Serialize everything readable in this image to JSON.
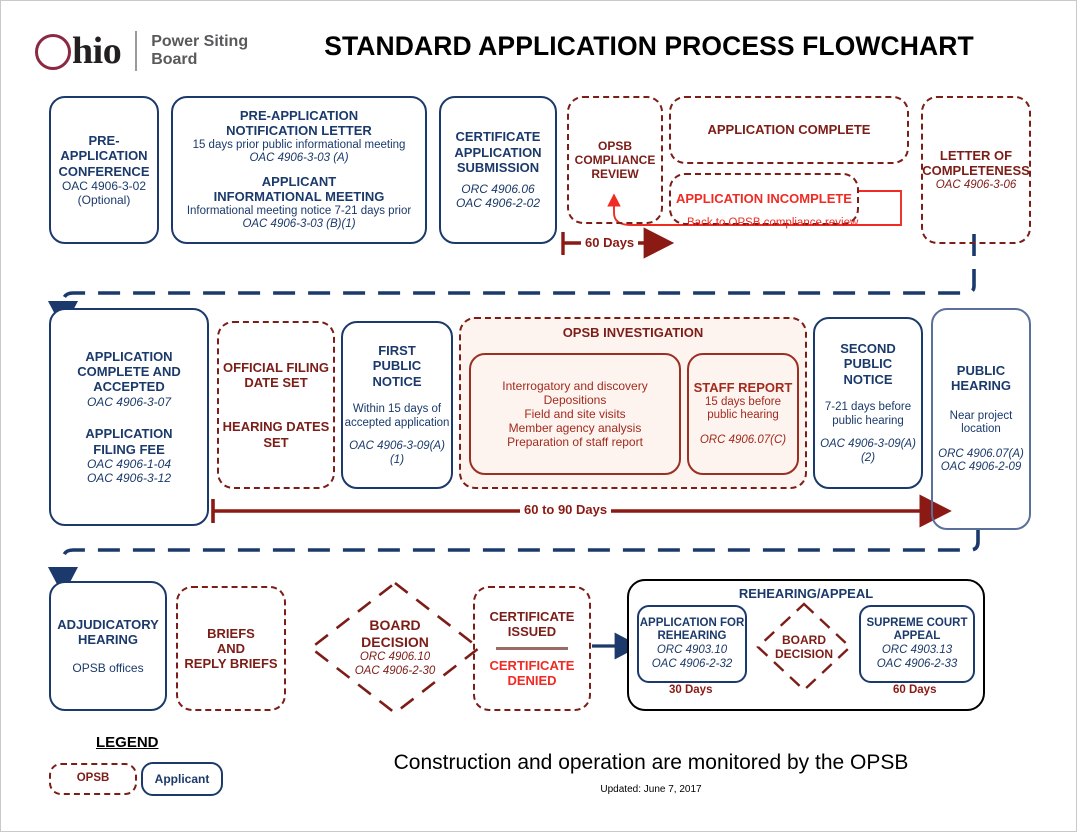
{
  "header": {
    "logo_word": "hio",
    "logo_subtitle_line1": "Power Siting",
    "logo_subtitle_line2": "Board",
    "title": "STANDARD APPLICATION PROCESS FLOWCHART"
  },
  "colors": {
    "applicant_navy": "#1b3a6b",
    "opsb_maroon": "#7c1d17",
    "alert_red": "#ef2b23",
    "timeline_red": "#8b1a14",
    "investigation_fill": "#fdf4ef"
  },
  "row1": {
    "pre_application_conference": {
      "title_l1": "PRE-",
      "title_l2": "APPLICATION",
      "title_l3": "CONFERENCE",
      "cite": "OAC 4906-3-02",
      "note": "(Optional)"
    },
    "pre_application_notification": {
      "title_l1": "PRE-APPLICATION",
      "title_l2": "NOTIFICATION LETTER",
      "sub1": "15 days prior public informational meeting",
      "cite1": "OAC 4906-3-03 (A)",
      "title2_l1": "APPLICANT",
      "title2_l2": "INFORMATIONAL MEETING",
      "sub2": "Informational meeting notice 7-21 days prior",
      "cite2": "OAC 4906-3-03 (B)(1)"
    },
    "certificate_application_submission": {
      "title_l1": "CERTIFICATE",
      "title_l2": "APPLICATION",
      "title_l3": "SUBMISSION",
      "cite1": "ORC 4906.06",
      "cite2": "OAC 4906-2-02"
    },
    "opsb_compliance_review": {
      "title_l1": "OPSB",
      "title_l2": "COMPLIANCE",
      "title_l3": "REVIEW"
    },
    "application_complete": {
      "title": "APPLICATION COMPLETE"
    },
    "application_incomplete": {
      "title": "APPLICATION INCOMPLETE"
    },
    "back_to_review_note": "Back to OPSB compliance review",
    "letter_of_completeness": {
      "title_l1": "LETTER OF",
      "title_l2": "COMPLETENESS",
      "cite": "OAC 4906-3-06"
    },
    "timeline_60_days": "60 Days"
  },
  "row2": {
    "application_complete_accepted": {
      "title_l1": "APPLICATION",
      "title_l2": "COMPLETE AND",
      "title_l3": "ACCEPTED",
      "cite1": "OAC 4906-3-07",
      "title2_l1": "APPLICATION",
      "title2_l2": "FILING FEE",
      "cite2": "OAC 4906-1-04",
      "cite3": "OAC 4906-3-12"
    },
    "official_filing_hearing_dates": {
      "title_l1": "OFFICIAL FILING",
      "title_l2": "DATE SET",
      "title2_l1": "HEARING DATES",
      "title2_l2": "SET"
    },
    "first_public_notice": {
      "title_l1": "FIRST",
      "title_l2": "PUBLIC",
      "title_l3": "NOTICE",
      "sub1": "Within 15 days of",
      "sub2": "accepted application",
      "cite": "OAC 4906-3-09(A)(1)"
    },
    "opsb_investigation": {
      "title": "OPSB INVESTIGATION",
      "items": [
        "Interrogatory and discovery",
        "Depositions",
        "Field and site visits",
        "Member agency analysis",
        "Preparation of staff report"
      ]
    },
    "staff_report": {
      "title": "STAFF REPORT",
      "sub1": "15 days before",
      "sub2": "public hearing",
      "cite": "ORC 4906.07(C)"
    },
    "second_public_notice": {
      "title_l1": "SECOND",
      "title_l2": "PUBLIC",
      "title_l3": "NOTICE",
      "sub1": "7-21 days before",
      "sub2": "public hearing",
      "cite": "OAC 4906-3-09(A)(2)"
    },
    "public_hearing": {
      "title_l1": "PUBLIC",
      "title_l2": "HEARING",
      "sub1": "Near project",
      "sub2": "location",
      "cite1": "ORC 4906.07(A)",
      "cite2": "OAC 4906-2-09"
    },
    "timeline_60_to_90_days": "60 to 90 Days"
  },
  "row3": {
    "adjudicatory_hearing": {
      "title_l1": "ADJUDICATORY",
      "title_l2": "HEARING",
      "sub": "OPSB offices"
    },
    "briefs": {
      "title_l1": "BRIEFS",
      "title_l2": "AND",
      "title_l3": "REPLY BRIEFS"
    },
    "board_decision": {
      "title_l1": "BOARD",
      "title_l2": "DECISION",
      "cite1": "ORC 4906.10",
      "cite2": "OAC 4906-2-30"
    },
    "certificate_outcome": {
      "issued_l1": "CERTIFICATE",
      "issued_l2": "ISSUED",
      "denied_l1": "CERTIFICATE",
      "denied_l2": "DENIED"
    },
    "rehearing_appeal": {
      "title": "REHEARING/APPEAL",
      "application_for_rehearing": {
        "title_l1": "APPLICATION FOR",
        "title_l2": "REHEARING",
        "cite1": "ORC 4903.10",
        "cite2": "OAC 4906-2-32"
      },
      "board_decision": {
        "title_l1": "BOARD",
        "title_l2": "DECISION"
      },
      "supreme_court_appeal": {
        "title_l1": "SUPREME COURT",
        "title_l2": "APPEAL",
        "cite1": "ORC 4903.13",
        "cite2": "OAC 4906-2-33"
      },
      "timeline_30_days": "30 Days",
      "timeline_60_days": "60 Days"
    }
  },
  "legend": {
    "title": "LEGEND",
    "opsb_label": "OPSB",
    "applicant_label": "Applicant"
  },
  "footer": {
    "note": "Construction and operation are monitored by the OPSB",
    "updated": "Updated: June 7, 2017"
  }
}
